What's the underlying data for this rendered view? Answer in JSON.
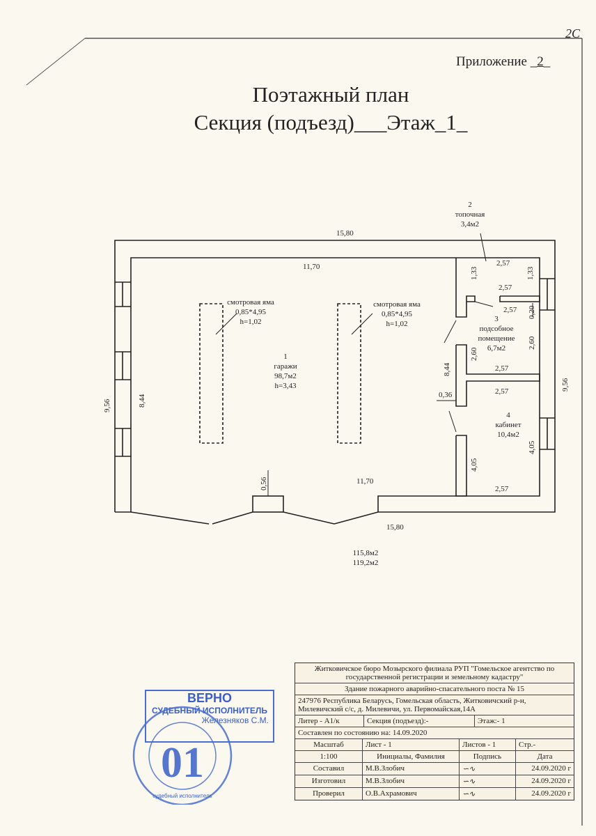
{
  "corner_mark": "2С",
  "appendix": {
    "label": "Приложение",
    "number": "2"
  },
  "title": {
    "line1": "Поэтажный план",
    "line2": "Секция (подъезд)___Этаж_1_"
  },
  "plan": {
    "dims": {
      "top_outer": "15,80",
      "top_inner": "11,70",
      "bottom_inner": "11,70",
      "bottom_outer": "15,80",
      "left_outer": "9,56",
      "left_inner": "8,44",
      "right_outer": "9,56",
      "mid_844": "8,44",
      "d036": "0,36",
      "d056": "0,56",
      "d133a": "1,33",
      "d133b": "1,33",
      "d257_1": "2,57",
      "d257_2": "2,57",
      "d257_3": "2,57",
      "d020": "0,20",
      "d260a": "2,60",
      "d260b": "2,60",
      "d257_4": "2,57",
      "d257_5": "2,57",
      "d405a": "4,05",
      "d405b": "4,05",
      "d257_6": "2,57"
    },
    "pit1": {
      "label": "смотровая яма",
      "size": "0,85*4,95",
      "h": "h=1,02"
    },
    "pit2": {
      "label": "смотровая яма",
      "size": "0,85*4,95",
      "h": "h=1,02"
    },
    "room1": {
      "num": "1",
      "name": "гаражи",
      "area": "98,7м2",
      "h": "h=3,43"
    },
    "room2": {
      "num": "2",
      "name": "топочная",
      "area": "3,4м2"
    },
    "room3": {
      "num": "3",
      "name1": "подсобное",
      "name2": "помещение",
      "area": "6,7м2"
    },
    "room4": {
      "num": "4",
      "name": "кабинет",
      "area": "10,4м2"
    },
    "total1": "115,8м2",
    "total2": "119,2м2"
  },
  "stamp": {
    "verno": "ВЕРНО",
    "role": "СУДЕБНЫЙ ИСПОЛНИТЕЛЬ",
    "name": "Железняков С.М.",
    "seal_number": "01",
    "seal_text": "судебный исполнитель"
  },
  "titleblock": {
    "org": "Житковичское бюро Мозырского филиала РУП \"Гомельское агентство по государственной регистрации и земельному кадастру\"",
    "building": "Здание пожарного аварийно-спасательного поста № 15",
    "address": "247976  Республика Беларусь, Гомельская область,  Житковичский р-н, Милевичский с/с, д. Милевичи, ул. Первомайская,14А",
    "liter": "Литер - А1/к",
    "section": "Секция (подъезд):-",
    "floor": "Этаж:- 1",
    "state": "Составлен по состоянию на:  14.09.2020",
    "h_scale": "Масштаб",
    "h_sheet": "Лист - 1",
    "h_sheets": "Листов - 1",
    "h_page": "Стр.-",
    "scale": "1:100",
    "h_names": "Инициалы, Фамилия",
    "h_sign": "Подпись",
    "h_date": "Дата",
    "rows": [
      {
        "role": "Составил",
        "name": "М.В.Злобич",
        "date": "24.09.2020 г"
      },
      {
        "role": "Изготовил",
        "name": "М.В.Злобич",
        "date": "24.09.2020 г"
      },
      {
        "role": "Проверил",
        "name": "О.В.Ахрамович",
        "date": "24.09.2020 г"
      }
    ]
  }
}
